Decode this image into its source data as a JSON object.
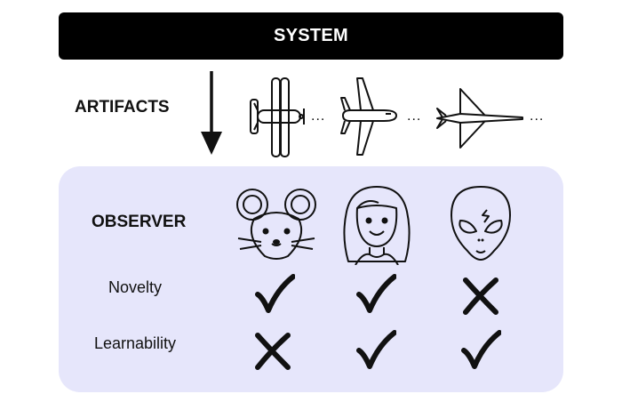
{
  "system": {
    "label": "SYSTEM"
  },
  "artifacts": {
    "label": "ARTIFACTS",
    "items": [
      "biplane-icon",
      "airliner-icon",
      "jet-icon"
    ],
    "separator": "..."
  },
  "observer": {
    "label": "OBSERVER",
    "faces": [
      "mouse-face-icon",
      "woman-face-icon",
      "alien-face-icon"
    ],
    "rows": [
      {
        "label": "Novelty",
        "marks": [
          "check",
          "check",
          "cross"
        ]
      },
      {
        "label": "Learnability",
        "marks": [
          "cross",
          "check",
          "check"
        ]
      }
    ]
  },
  "colors": {
    "bar": "#000000",
    "panel": "#e6e6fb",
    "ink": "#111111"
  }
}
